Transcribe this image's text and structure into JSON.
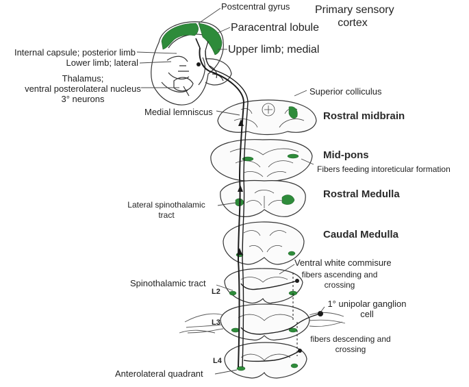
{
  "labels": {
    "postcentral_gyrus": "Postcentral gyrus",
    "paracentral_lobule": "Paracentral lobule",
    "upper_limb_medial": "Upper limb; medial",
    "primary_sensory_cortex_line1": "Primary sensory",
    "primary_sensory_cortex_line2": "cortex",
    "internal_capsule": "Internal capsule; posterior limb",
    "lower_limb_lateral": "Lower limb; lateral",
    "thalamus_line1": "Thalamus;",
    "thalamus_line2": "ventral posterolateral nucleus",
    "thalamus_line3": "3° neurons",
    "superior_colliculus": "Superior colliculus",
    "medial_lemniscus": "Medial lemniscus",
    "rostral_midbrain": "Rostral midbrain",
    "mid_pons": "Mid-pons",
    "fibers_feeding": "Fibers feeding intoreticular formation",
    "rostral_medulla": "Rostral Medulla",
    "lateral_spinothalamic_line1": "Lateral spinothalamic",
    "lateral_spinothalamic_line2": "tract",
    "caudal_medulla": "Caudal Medulla",
    "ventral_white_commisure": "Ventral white commisure",
    "fibers_ascending_line1": "fibers ascending and",
    "fibers_ascending_line2": "crossing",
    "spinothalamic_tract": "Spinothalamic tract",
    "unipolar_ganglion_line1": "1° unipolar ganglion",
    "unipolar_ganglion_line2": "cell",
    "fibers_descending_line1": "fibers descending and",
    "fibers_descending_line2": "crossing",
    "anterolateral_quadrant": "Anterolateral quadrant",
    "level_l2": "L2",
    "level_l3": "L3",
    "level_l4": "L4"
  },
  "colors": {
    "tract_green": "#2e8b3a",
    "outline": "#333333",
    "pathway": "#1a1a1a"
  }
}
